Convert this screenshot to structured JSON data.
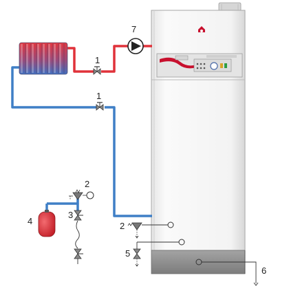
{
  "labels": {
    "pump": "7",
    "valve_supply": "1",
    "valve_return": "1",
    "safety_valve_top": "2",
    "fill_valve": "3",
    "expansion_vessel": "4",
    "safety_valve_boiler": "2",
    "drain_valve": "5",
    "condensate_drain": "6"
  },
  "colors": {
    "flow_pipe": "#e0323a",
    "return_pipe": "#3f7fc6",
    "boiler_body": "#f1f1f1",
    "boiler_base": "#8f8f8f",
    "panel_red": "#c8102e",
    "expansion_vessel": "#e2363f"
  },
  "icons": {
    "radiator": "radiator-icon",
    "pump": "pump-icon",
    "valve": "valve-icon",
    "logo": "brand-logo-icon"
  }
}
